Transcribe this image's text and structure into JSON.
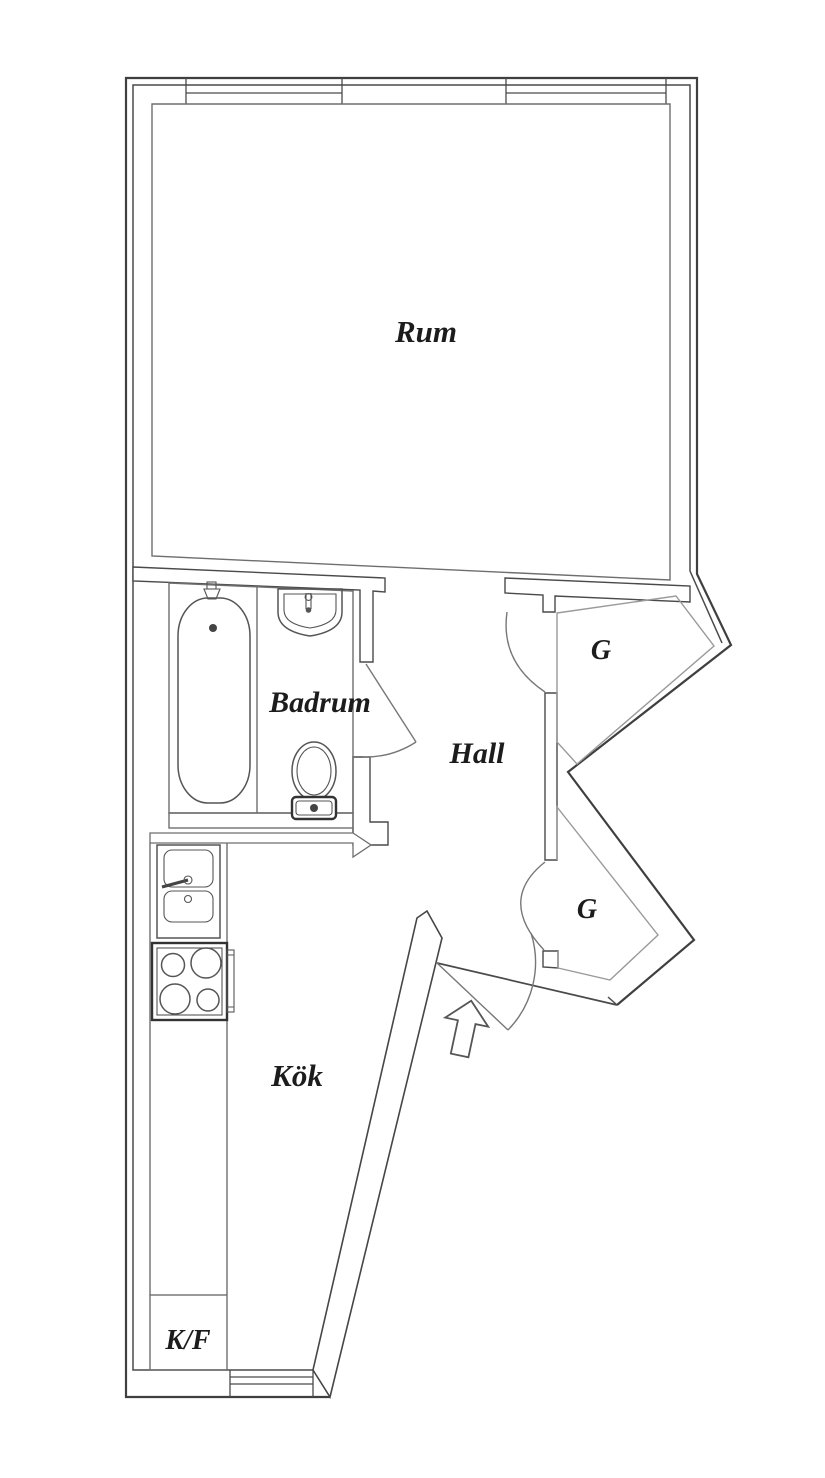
{
  "floorplan": {
    "rooms": [
      {
        "id": "rum",
        "label": "Rum"
      },
      {
        "id": "badrum",
        "label": "Badrum"
      },
      {
        "id": "hall",
        "label": "Hall"
      },
      {
        "id": "g_upper",
        "label": "G"
      },
      {
        "id": "g_lower",
        "label": "G"
      },
      {
        "id": "kok",
        "label": "Kök"
      },
      {
        "id": "kf",
        "label": "K/F"
      }
    ],
    "colors": {
      "background": "#ffffff",
      "outer_wall_line": "#3f3f3f",
      "inner_wall_line": "#4a4a4a",
      "room_outline": "#6e6e6e",
      "closet_outline": "#9a9a9a",
      "label_text": "#1c1c1c"
    }
  }
}
